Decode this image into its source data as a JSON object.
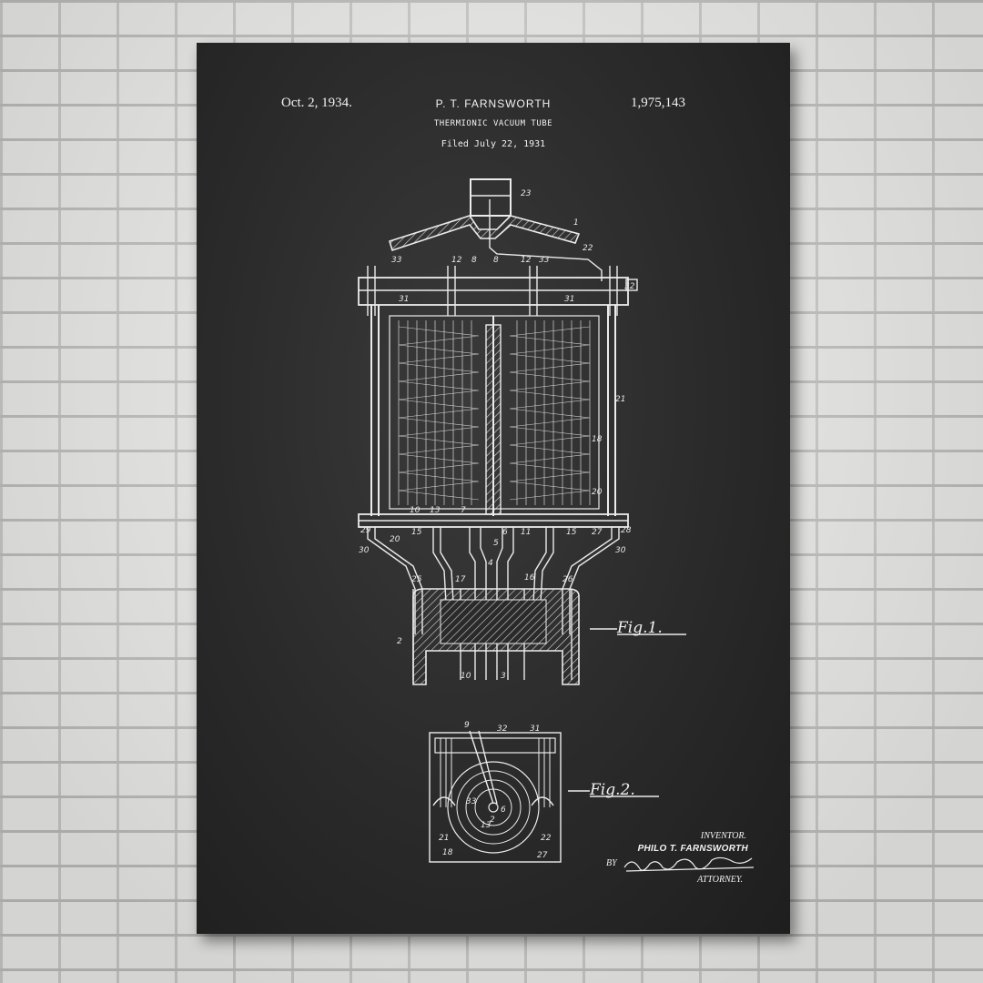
{
  "header": {
    "date": "Oct. 2, 1934.",
    "inventor_short": "P. T. FARNSWORTH",
    "patent_number": "1,975,143",
    "title": "THERMIONIC VACUUM TUBE",
    "filed": "Filed July 22, 1931"
  },
  "figures": {
    "fig1_label": "Fig.1.",
    "fig2_label": "Fig.2."
  },
  "fig1_refs": [
    "23",
    "1",
    "22",
    "33",
    "12",
    "8",
    "8",
    "12",
    "33",
    "32",
    "31",
    "31",
    "21",
    "18",
    "20",
    "10",
    "13",
    "7",
    "11",
    "29",
    "28",
    "30",
    "30",
    "20",
    "15",
    "15",
    "27",
    "6",
    "5",
    "4",
    "25",
    "17",
    "16",
    "26",
    "2",
    "10",
    "3"
  ],
  "fig2_refs": [
    "9",
    "32",
    "31",
    "33",
    "6",
    "2",
    "21",
    "13",
    "18",
    "22",
    "27"
  ],
  "signature": {
    "inventor_label": "INVENTOR.",
    "inventor_name": "PHILO T. FARNSWORTH",
    "by": "BY",
    "attorney_label": "ATTORNEY."
  },
  "colors": {
    "chalk": "#f2f2f2",
    "board": "#2a2a2a",
    "wall": "#e6e6e4"
  }
}
